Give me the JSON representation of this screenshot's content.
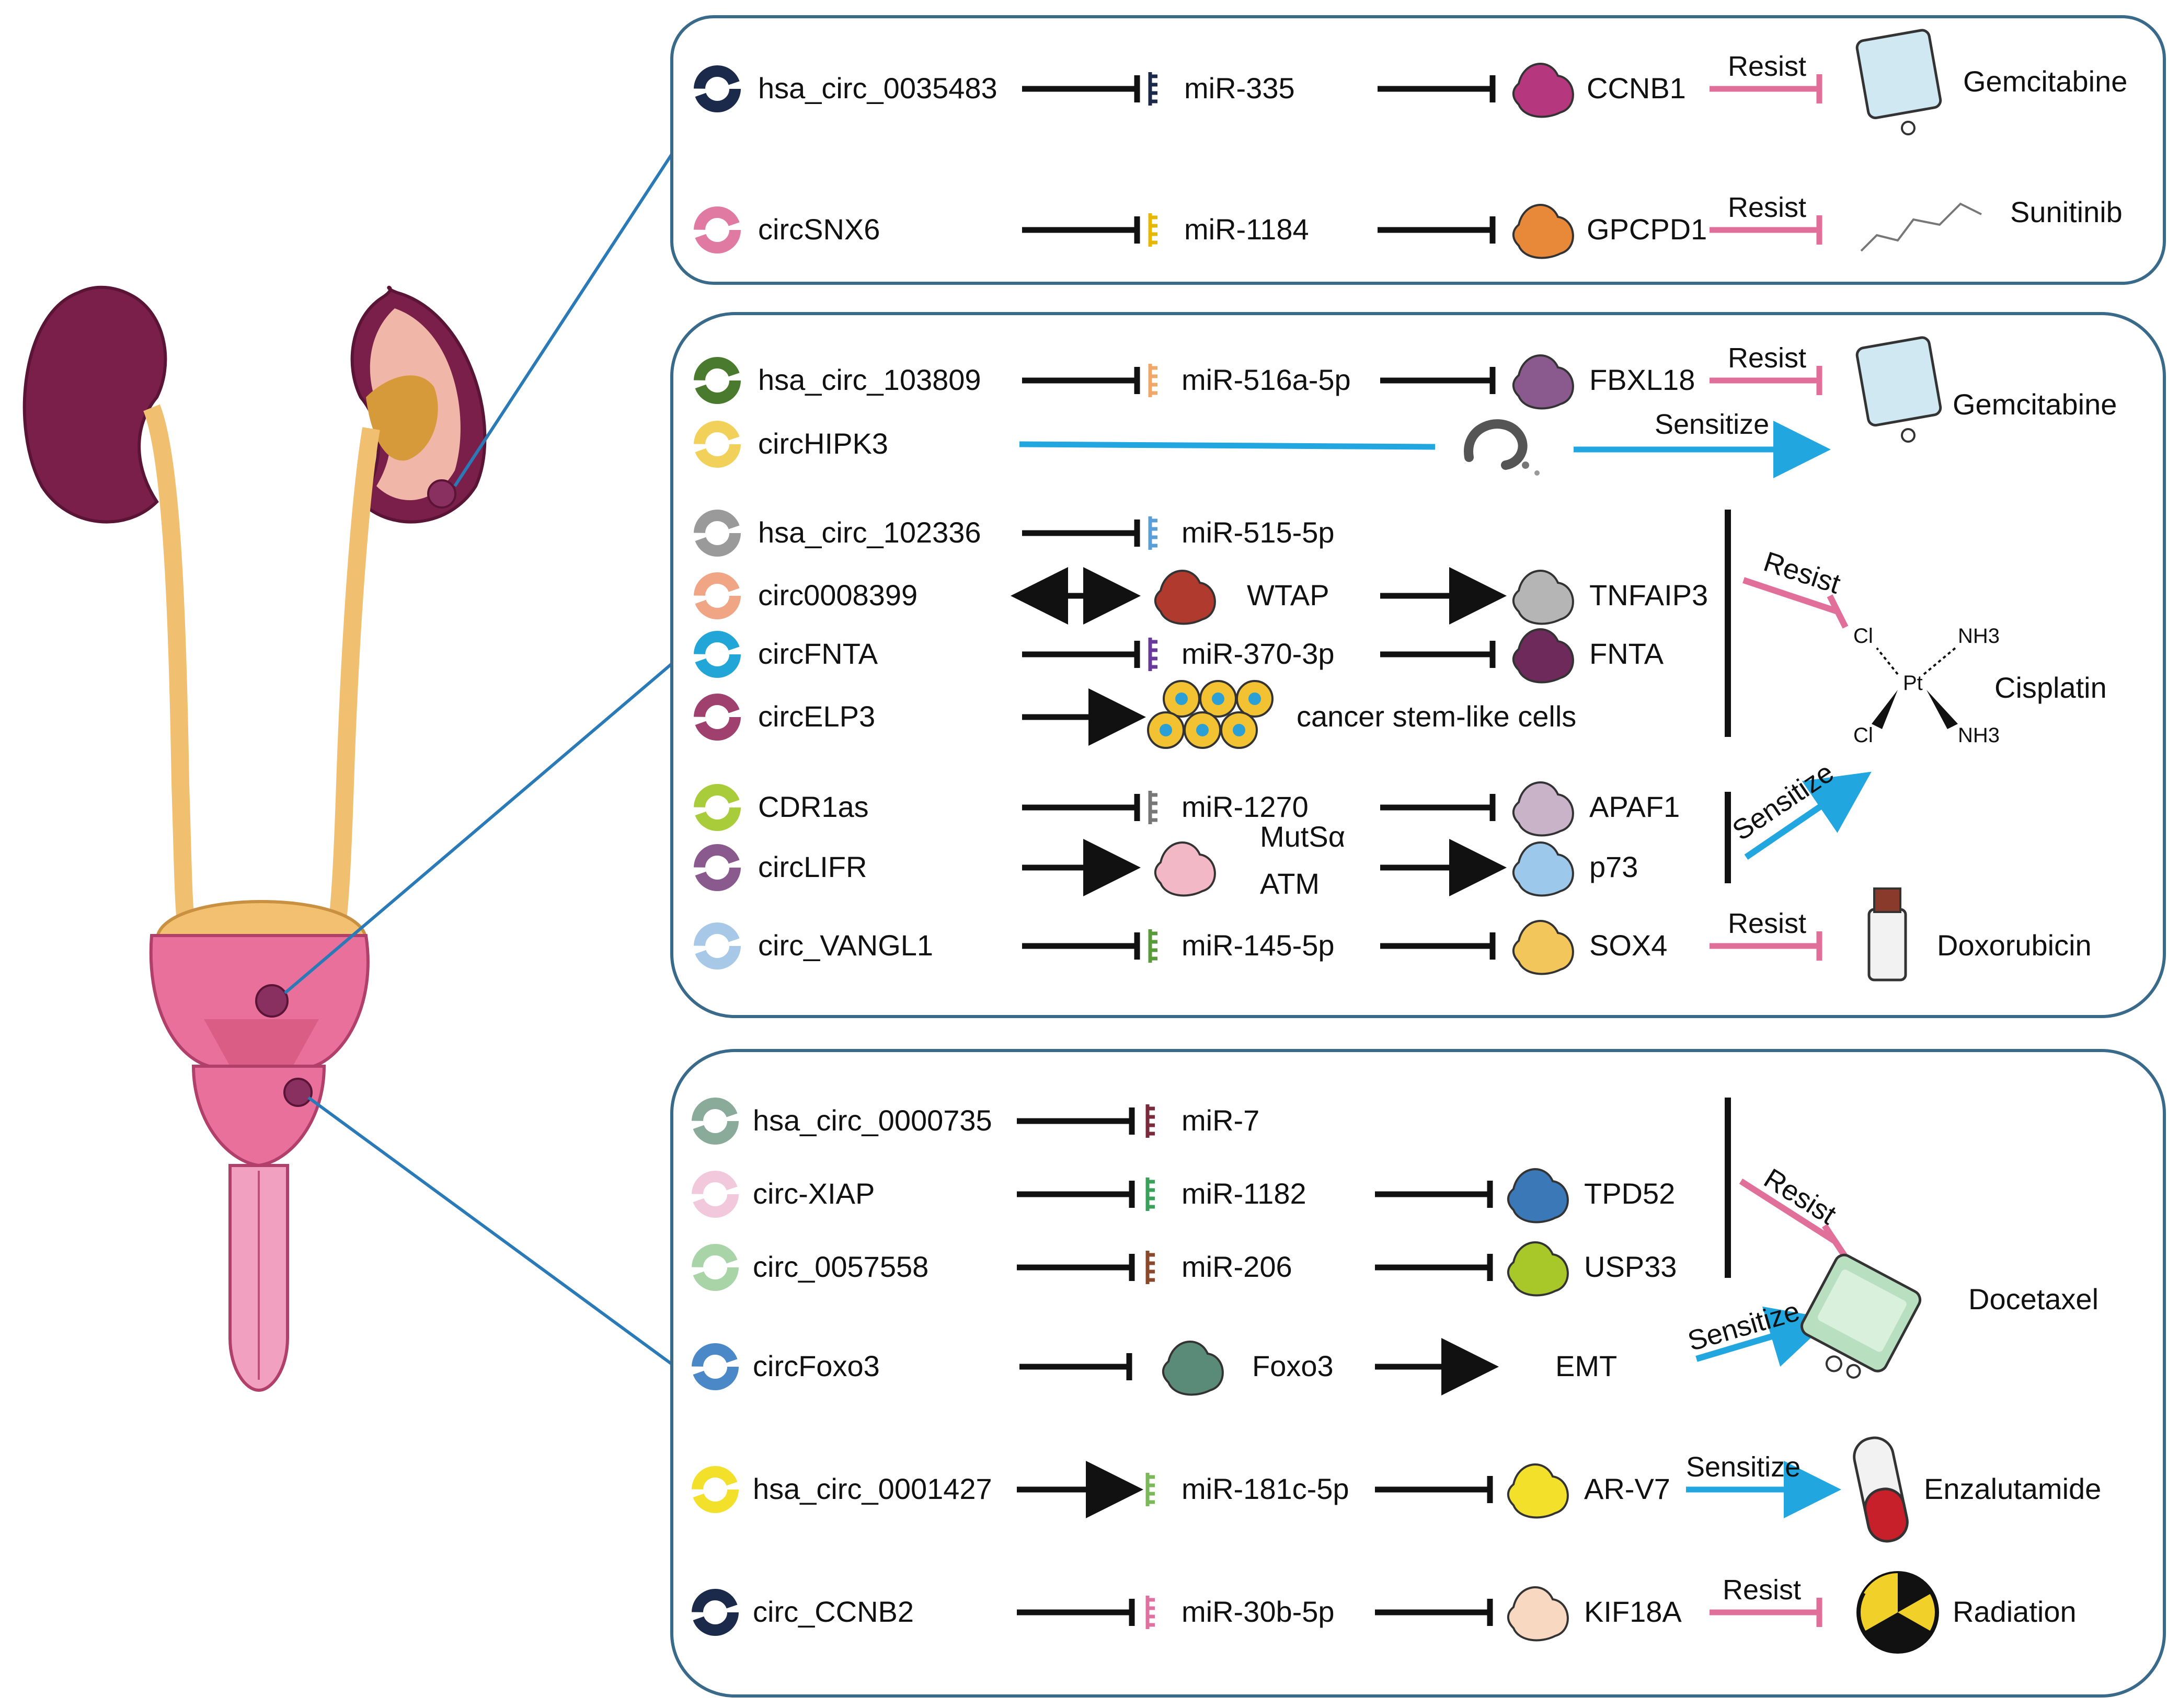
{
  "panels": [
    {
      "id": "kidney",
      "rows": [
        {
          "circ": "hsa_circ_0035483",
          "circ_color": "#1b2a4a",
          "mir": "miR-335",
          "mir_color": "#1b2a4a",
          "target": "CCNB1",
          "target_color": "#b5387f",
          "effect": "Resist",
          "drug": "Gemcitabine"
        },
        {
          "circ": "circSNX6",
          "circ_color": "#e07aa3",
          "mir": "miR-1184",
          "mir_color": "#e6b800",
          "target": "GPCPD1",
          "target_color": "#e8893a",
          "effect": "Resist",
          "drug": "Sunitinib"
        }
      ]
    },
    {
      "id": "bladder",
      "rows": [
        {
          "circ": "hsa_circ_103809",
          "circ_color": "#4a7a2e",
          "mir": "miR-516a-5p",
          "mir_color": "#f0a868",
          "target": "FBXL18",
          "target_color": "#8a5a8e",
          "effect": "Resist",
          "drug": "Gemcitabine"
        },
        {
          "circ": "circHIPK3",
          "circ_color": "#f2d15a",
          "effect": "Sensitize"
        },
        {
          "circ": "hsa_circ_102336",
          "circ_color": "#9a9a9a",
          "mir": "miR-515-5p",
          "mir_color": "#5aa0d6"
        },
        {
          "circ": "circ0008399",
          "circ_color": "#f0a585",
          "protein": "WTAP",
          "protein_color": "#b03a2e",
          "target": "TNFAIP3",
          "target_color": "#b5b5b5"
        },
        {
          "circ": "circFNTA",
          "circ_color": "#22a6d8",
          "mir": "miR-370-3p",
          "mir_color": "#6a3a9a",
          "target": "FNTA",
          "target_color": "#6e2a5a"
        },
        {
          "circ": "circELP3",
          "circ_color": "#a0406e",
          "cells": "cancer stem-like cells"
        },
        {
          "circ": "CDR1as",
          "circ_color": "#a8cc3a",
          "mir": "miR-1270",
          "mir_color": "#777777",
          "target": "APAF1",
          "target_color": "#c9b3c9"
        },
        {
          "circ": "circLIFR",
          "circ_color": "#8a5a8e",
          "protein": "MutSα",
          "protein2": "ATM",
          "protein_color": "#f2b8c6",
          "target": "p73",
          "target_color": "#9cc8ec"
        },
        {
          "circ": "circ_VANGL1",
          "circ_color": "#a8c8e8",
          "mir": "miR-145-5p",
          "mir_color": "#5a9a3a",
          "target": "SOX4",
          "target_color": "#f2c65a",
          "effect": "Resist",
          "drug": "Doxorubicin"
        }
      ],
      "cisplatin": {
        "drug": "Cisplatin",
        "resist": "Resist",
        "sensitize": "Sensitize",
        "pt": "Pt",
        "cl": "Cl",
        "nh3": "NH3"
      }
    },
    {
      "id": "prostate",
      "rows": [
        {
          "circ": "hsa_circ_0000735",
          "circ_color": "#8aab9a",
          "mir": "miR-7",
          "mir_color": "#7a2a3a"
        },
        {
          "circ": "circ-XIAP",
          "circ_color": "#f2c8dc",
          "mir": "miR-1182",
          "mir_color": "#3aa05a",
          "target": "TPD52",
          "target_color": "#3a78b8"
        },
        {
          "circ": "circ_0057558",
          "circ_color": "#a8d4a8",
          "mir": "miR-206",
          "mir_color": "#8a4a2a",
          "target": "USP33",
          "target_color": "#a8c82a"
        },
        {
          "circ": "circFoxo3",
          "circ_color": "#4a88c8",
          "protein": "Foxo3",
          "protein_color": "#5a8a78",
          "target": "EMT"
        },
        {
          "circ": "hsa_circ_0001427",
          "circ_color": "#f2e02a",
          "mir": "miR-181c-5p",
          "mir_color": "#7ab85a",
          "target": "AR-V7",
          "target_color": "#f2e02a",
          "effect": "Sensitize",
          "drug": "Enzalutamide"
        },
        {
          "circ": "circ_CCNB2",
          "circ_color": "#1b2a4a",
          "mir": "miR-30b-5p",
          "mir_color": "#e070a0",
          "target": "KIF18A",
          "target_color": "#f8d8c0",
          "effect": "Resist",
          "drug": "Radiation"
        }
      ],
      "docetaxel": {
        "drug": "Docetaxel",
        "resist": "Resist",
        "sensitize": "Sensitize"
      }
    }
  ],
  "colors": {
    "panel_border": "#3a6a8a",
    "connector": "#2a7ab8",
    "resist": "#e0709a",
    "sensitize": "#22a6e0",
    "line": "#111111"
  }
}
